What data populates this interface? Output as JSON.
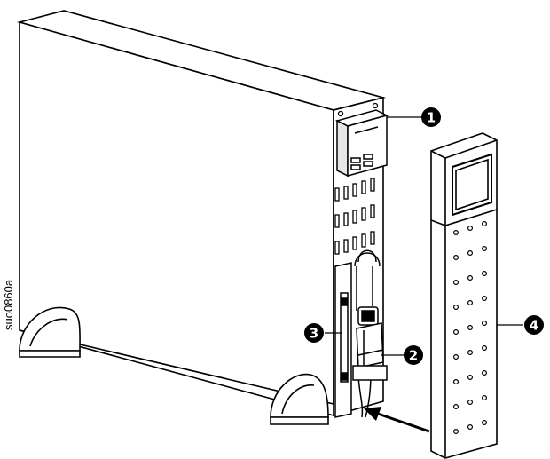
{
  "figure_id": "suo0860a",
  "callouts": [
    {
      "label": "1"
    },
    {
      "label": "2"
    },
    {
      "label": "3"
    },
    {
      "label": "4"
    }
  ],
  "colors": {
    "line": "#000000",
    "body": "#ffffff",
    "shade": "#d8d8d8",
    "marker": "#000000"
  }
}
